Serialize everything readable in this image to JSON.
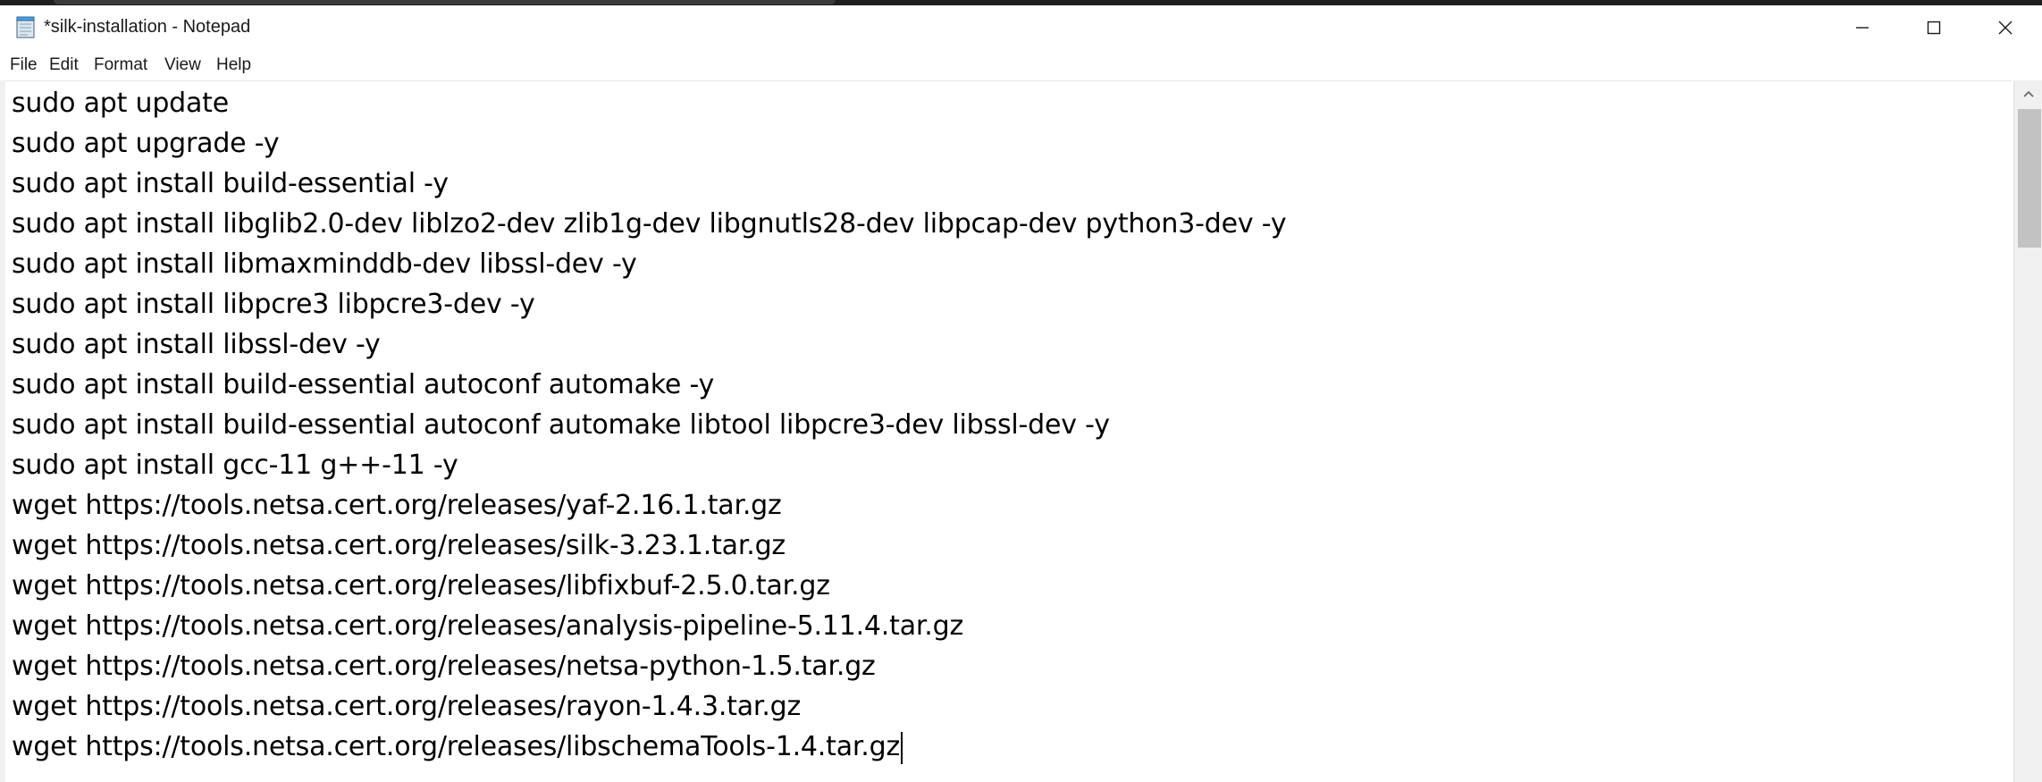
{
  "window": {
    "title": "*silk-installation - Notepad",
    "app_icon": "notepad-icon"
  },
  "caption_buttons": {
    "minimize_icon": "minimize-icon",
    "maximize_icon": "maximize-icon",
    "close_icon": "close-icon"
  },
  "menu": {
    "items": [
      "File",
      "Edit",
      "Format",
      "View",
      "Help"
    ]
  },
  "editor": {
    "lines": [
      "sudo apt update",
      "sudo apt upgrade -y",
      "sudo apt install build-essential -y",
      "sudo apt install libglib2.0-dev liblzo2-dev zlib1g-dev libgnutls28-dev libpcap-dev python3-dev -y",
      "sudo apt install libmaxminddb-dev libssl-dev -y",
      "sudo apt install libpcre3 libpcre3-dev -y",
      "sudo apt install libssl-dev -y",
      "sudo apt install build-essential autoconf automake -y",
      "sudo apt install build-essential autoconf automake libtool libpcre3-dev libssl-dev -y",
      "sudo apt install gcc-11 g++-11 -y",
      "wget https://tools.netsa.cert.org/releases/yaf-2.16.1.tar.gz",
      "wget https://tools.netsa.cert.org/releases/silk-3.23.1.tar.gz",
      "wget https://tools.netsa.cert.org/releases/libfixbuf-2.5.0.tar.gz",
      "wget https://tools.netsa.cert.org/releases/analysis-pipeline-5.11.4.tar.gz",
      "wget https://tools.netsa.cert.org/releases/netsa-python-1.5.tar.gz",
      "wget https://tools.netsa.cert.org/releases/rayon-1.4.3.tar.gz",
      "wget https://tools.netsa.cert.org/releases/libschemaTools-1.4.tar.gz"
    ]
  },
  "colors": {
    "text": "#000000",
    "background": "#ffffff",
    "scrollbar_track": "#f0f0f0",
    "scrollbar_thumb": "#c2c2c2"
  }
}
